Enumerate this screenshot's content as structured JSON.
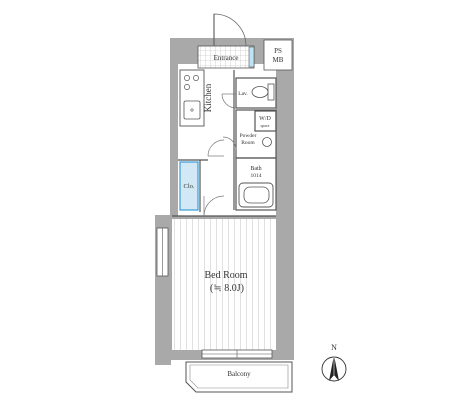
{
  "labels": {
    "entrance": "Entrance",
    "ps": "PS",
    "mb": "MB",
    "kitchen": "Kitchen",
    "lav": "Lav.",
    "wd": "W/D",
    "wd_sub": "space",
    "powder_1": "Powder",
    "powder_2": "Room",
    "bath": "Bath",
    "bath_size": "1014",
    "closet": "Clo.",
    "bedroom": "Bed Room",
    "bedroom_size": "(≒ 8.0J)",
    "balcony": "Balcony",
    "north": "N"
  },
  "colors": {
    "wall": "#a9a9a9",
    "closet_fill": "#d2e9f5",
    "closet_border": "#3b9bd6",
    "line": "#555555"
  }
}
